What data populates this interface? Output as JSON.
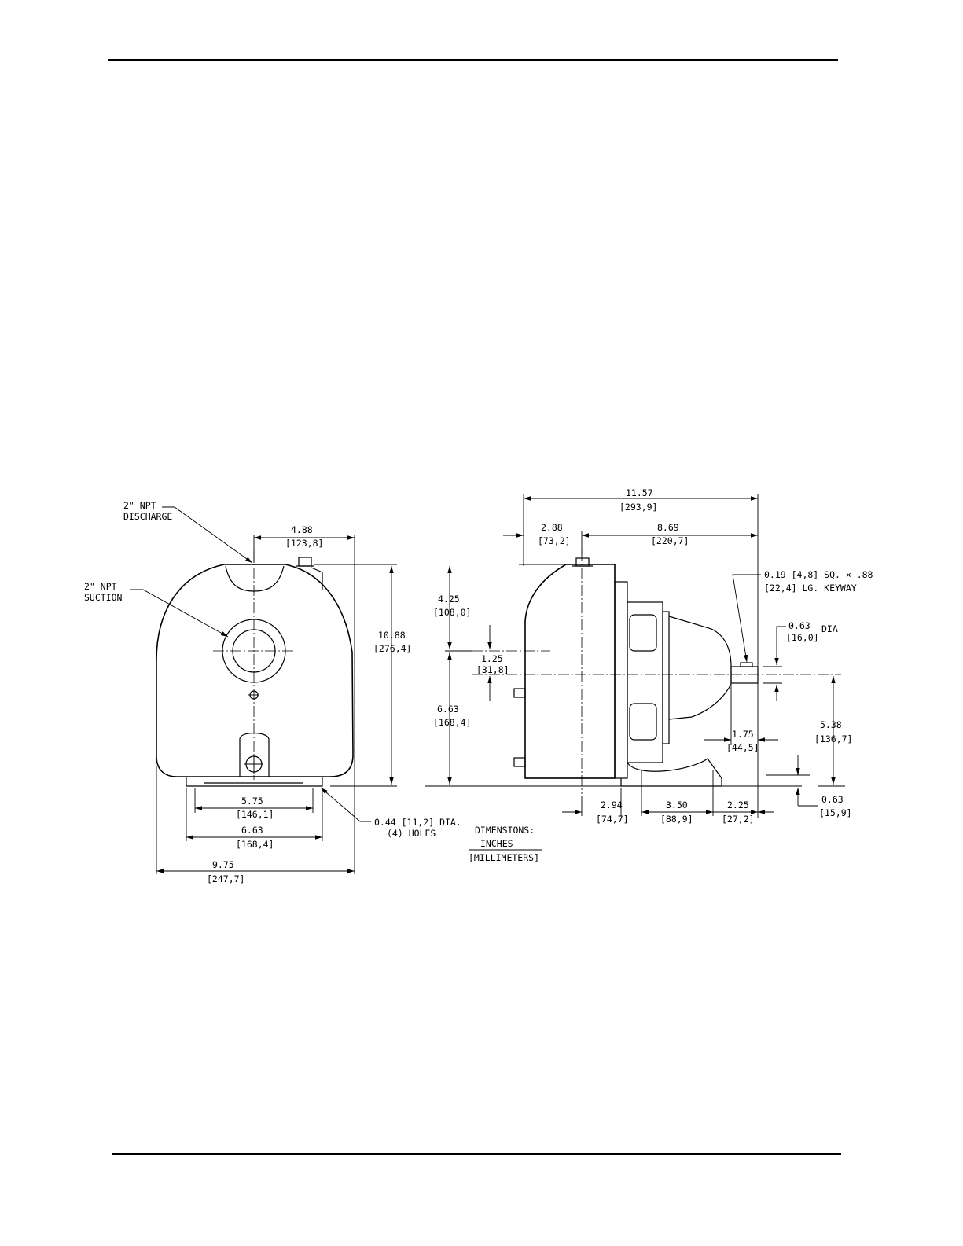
{
  "drawing": {
    "callouts": {
      "discharge": [
        "2\" NPT",
        "DISCHARGE"
      ],
      "suction": [
        "2\" NPT",
        "SUCTION"
      ],
      "holes": [
        "0.44 [11,2] DIA.",
        "(4) HOLES"
      ],
      "keyway": [
        "0.19 [4,8] SQ. × .88",
        "[22,4] LG. KEYWAY"
      ],
      "shaft_dia": [
        "0.63",
        "[16,0]",
        "DIA"
      ]
    },
    "dimensions": [
      {
        "id": "dim-4-88",
        "in": "4.88",
        "mm": "[123,8]"
      },
      {
        "id": "dim-10-88",
        "in": "10.88",
        "mm": "[276,4]"
      },
      {
        "id": "dim-5-75",
        "in": "5.75",
        "mm": "[146,1]"
      },
      {
        "id": "dim-6-63-base",
        "in": "6.63",
        "mm": "[168,4]"
      },
      {
        "id": "dim-9-75",
        "in": "9.75",
        "mm": "[247,7]"
      },
      {
        "id": "dim-11-57",
        "in": "11.57",
        "mm": "[293,9]"
      },
      {
        "id": "dim-2-88",
        "in": "2.88",
        "mm": "[73,2]"
      },
      {
        "id": "dim-8-69",
        "in": "8.69",
        "mm": "[220,7]"
      },
      {
        "id": "dim-4-25",
        "in": "4.25",
        "mm": "[108,0]"
      },
      {
        "id": "dim-1-25",
        "in": "1.25",
        "mm": "[31,8]"
      },
      {
        "id": "dim-6-63-height",
        "in": "6.63",
        "mm": "[168,4]"
      },
      {
        "id": "dim-1-75",
        "in": "1.75",
        "mm": "[44,5]"
      },
      {
        "id": "dim-5-38",
        "in": "5.38",
        "mm": "[136,7]"
      },
      {
        "id": "dim-0-63-bottom",
        "in": "0.63",
        "mm": "[15,9]"
      },
      {
        "id": "dim-2-94",
        "in": "2.94",
        "mm": "[74,7]"
      },
      {
        "id": "dim-3-50",
        "in": "3.50",
        "mm": "[88,9]"
      },
      {
        "id": "dim-2-25",
        "in": "2.25",
        "mm": "[27,2]"
      }
    ],
    "legend": {
      "title": "DIMENSIONS:",
      "unit_in": "INCHES",
      "unit_mm": "[MILLIMETERS]"
    }
  }
}
